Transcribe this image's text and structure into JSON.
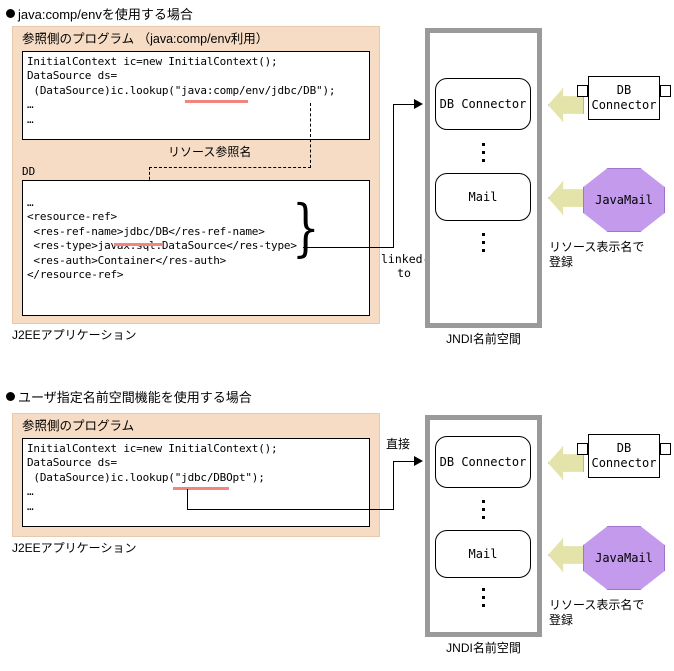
{
  "sections": [
    {
      "heading": "java:comp/envを使用する場合",
      "panel": {
        "title": "参照側のプログラム （java:comp/env利用）",
        "code": "InitialContext ic=new InitialContext();\nDataSource ds=\n (DataSource)ic.lookup(\"java:comp/env/jdbc/DB\");\n…\n…",
        "dd_label": "DD",
        "dd_code": "…\n<resource-ref>\n <res-ref-name>jdbc/DB</res-ref-name>\n <res-type>javax.sql.DataSource</res-type>\n <res-auth>Container</res-auth>\n</resource-ref>",
        "annotation": "リソース参照名",
        "caption": "J2EEアプリケーション"
      },
      "link_label": "linked-\nto",
      "jndi": {
        "entries": [
          "DB Connector",
          "Mail"
        ],
        "caption": "JNDI名前空間"
      },
      "providers": [
        {
          "name": "DB Connector",
          "shape": "component"
        },
        {
          "name": "JavaMail",
          "shape": "octagon"
        }
      ],
      "provider_note": "リソース表示名で\n登録"
    },
    {
      "heading": "ユーザ指定名前空間機能を使用する場合",
      "panel": {
        "title": "参照側のプログラム",
        "code": "InitialContext ic=new InitialContext();\nDataSource ds=\n (DataSource)ic.lookup(\"jdbc/DBOpt\");\n…\n…",
        "caption": "J2EEアプリケーション"
      },
      "link_label": "直接",
      "jndi": {
        "entries": [
          "DB Connector",
          "Mail"
        ],
        "caption": "JNDI名前空間"
      },
      "providers": [
        {
          "name": "DB Connector",
          "shape": "component"
        },
        {
          "name": "JavaMail",
          "shape": "octagon"
        }
      ],
      "provider_note": "リソース表示名で\n登録"
    }
  ],
  "colors": {
    "panel_bg": "#F6DCC5",
    "jndi_border": "#9A9A9A",
    "block_arrow": "#E4E3AA",
    "octagon": "#C49BEC",
    "underline": "#F4857E"
  }
}
